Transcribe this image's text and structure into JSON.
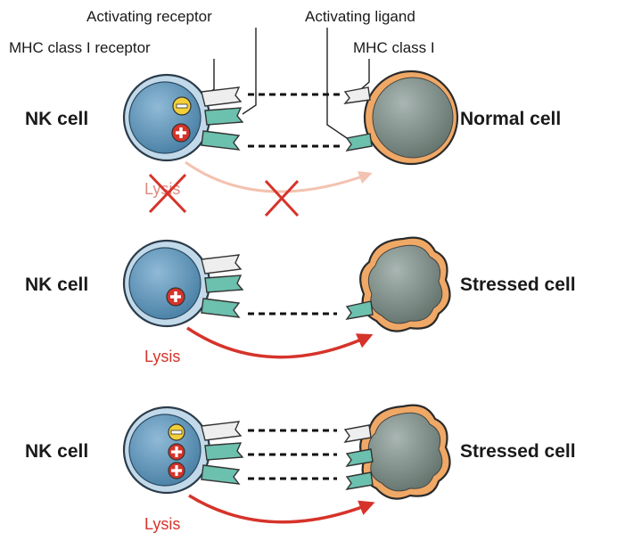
{
  "labels": {
    "activating_receptor": "Activating receptor",
    "activating_ligand": "Activating ligand",
    "mhc_receptor": "MHC class I receptor",
    "mhc_class_i": "MHC class I"
  },
  "rows": [
    {
      "left": "NK cell",
      "right": "Normal cell",
      "outcome": "Lysis",
      "blocked": true
    },
    {
      "left": "NK cell",
      "right": "Stressed cell",
      "outcome": "Lysis",
      "blocked": false
    },
    {
      "left": "NK cell",
      "right": "Stressed cell",
      "outcome": "Lysis",
      "blocked": false
    }
  ],
  "colors": {
    "nk_cell": "#5f94b8",
    "nk_membrane": "#c2d9ea",
    "target_cell": "#7a8a88",
    "target_membrane": "#f0a866",
    "activating_receptor": "#6cc0ae",
    "inhibitory_receptor": "#eeeeee",
    "lysis_arrow": "#d6332a",
    "blocked_arrow": "#f3c2b0",
    "inhibit_sign": "#f3cf38",
    "activate_sign": "#d6332a"
  }
}
